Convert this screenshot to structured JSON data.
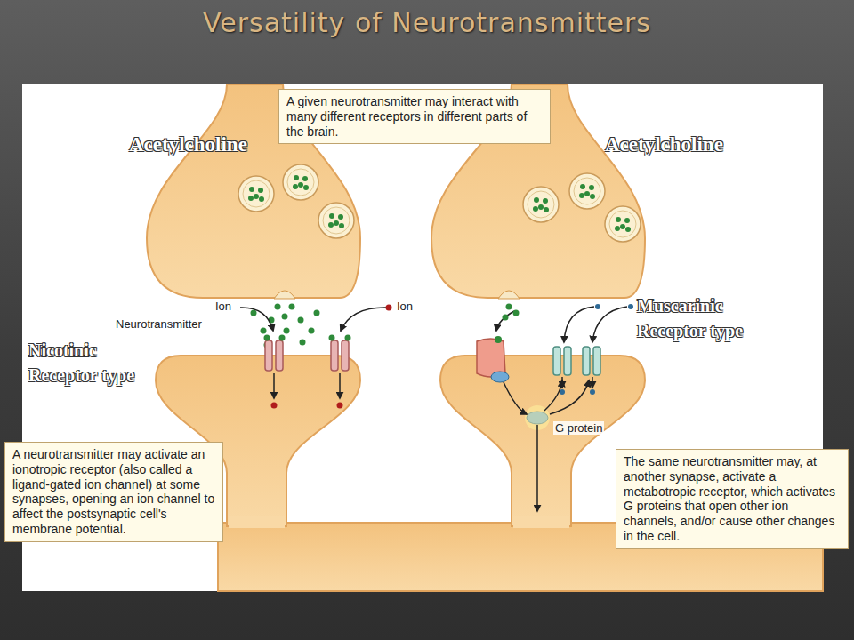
{
  "diagram": {
    "title": "Versatility of Neurotransmitters",
    "nodes": [
      {
        "text": [
          "A given neurotransmitter may interact with many different receptors in different parts of the brain."
        ]
      },
      {
        "text": [
          "A neurotransmitter may activate an ionotropic receptor (also called a ligand-gated ion channel) at some synapses, opening an ion channel to affect the postsynaptic cell's membrane potential."
        ]
      },
      {
        "text": [
          "The same neurotransmitter may, at another synapse, activate a metabotropic receptor, which activates G proteins that open other ion channels, and/or cause other changes in the cell."
        ]
      }
    ],
    "labels": [
      "Acetylcholine",
      "Acetylcholine",
      "Ion",
      "Ion",
      "Neurotransmitter",
      "Nicotinic Receptor type",
      "Muscarinic Receptor type",
      "G protein"
    ]
  }
}
